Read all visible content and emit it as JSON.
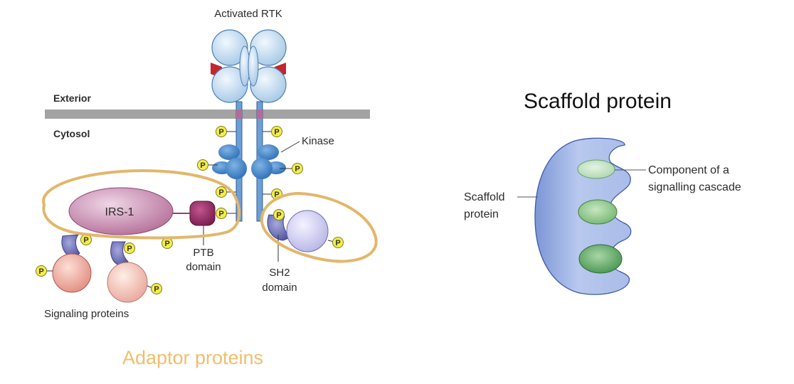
{
  "adaptor_figure": {
    "receptor_label": "Activated RTK",
    "exterior_label": "Exterior",
    "cytosol_label": "Cytosol",
    "kinase_label": "Kinase",
    "irs1_label": "IRS-1",
    "ptb_label_line1": "PTB",
    "ptb_label_line2": "domain",
    "sh2_label_line1": "SH2",
    "sh2_label_line2": "domain",
    "signaling_label": "Signaling proteins",
    "phospho_symbol": "P",
    "caption": "Adaptor proteins",
    "caption_color": "#F0BE6E",
    "outline_color": "#E3B66B"
  },
  "scaffold_figure": {
    "title": "Scaffold protein",
    "scaffold_label_line1": "Scaffold",
    "scaffold_label_line2": "protein",
    "component_label_line1": "Component of a",
    "component_label_line2": "signalling cascade"
  }
}
